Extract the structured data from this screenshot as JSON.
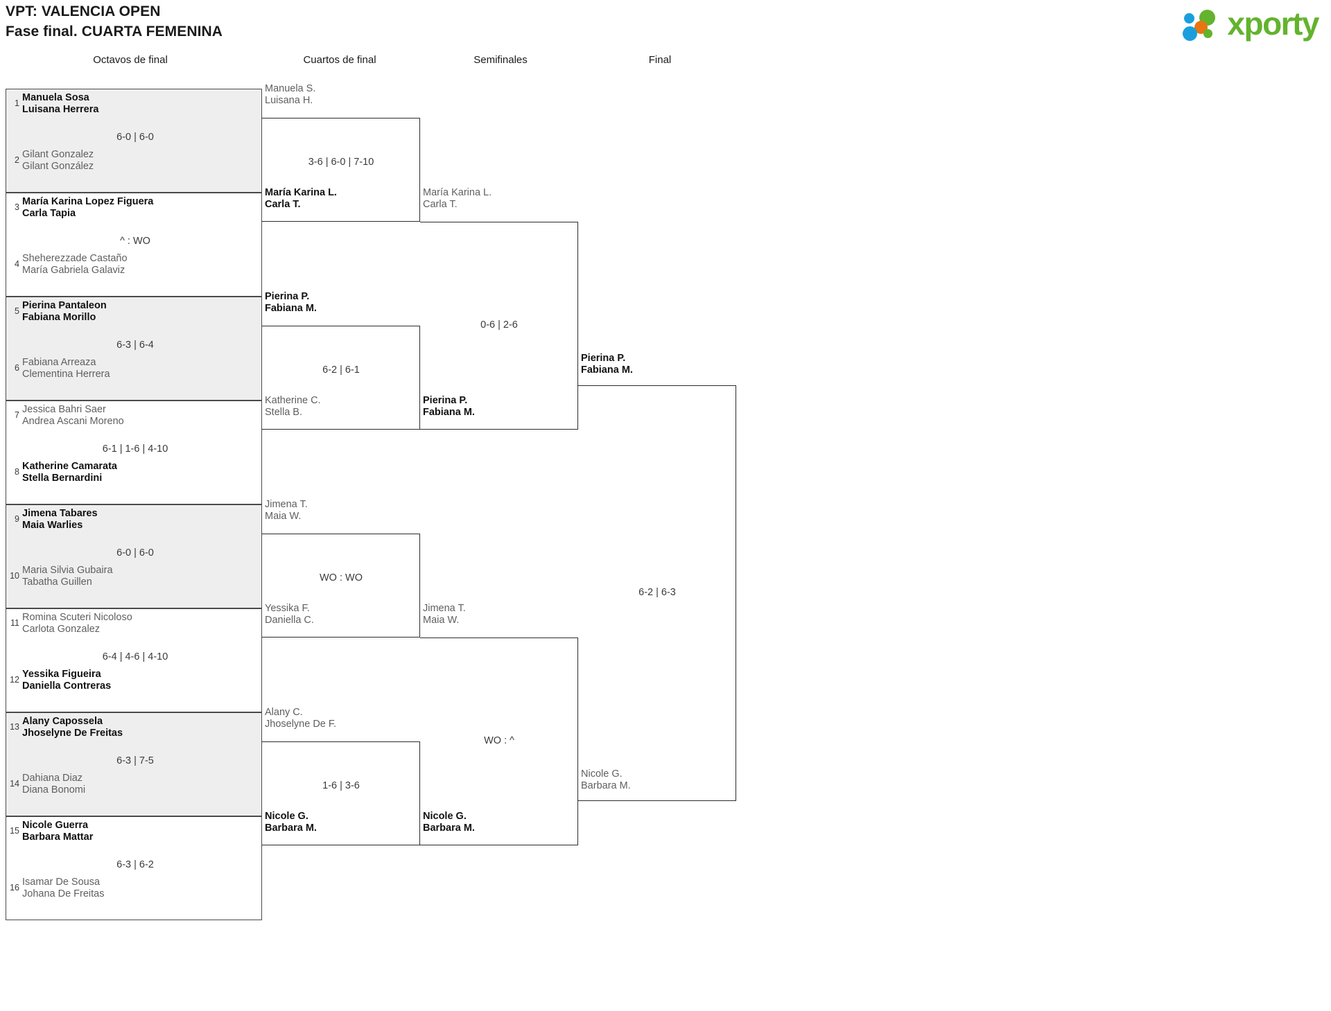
{
  "header": {
    "title_line1": "VPT: VALENCIA OPEN",
    "title_line2": "Fase final. CUARTA FEMENINA",
    "logo_text": "xporty"
  },
  "rounds": [
    {
      "label": "Octavos de final"
    },
    {
      "label": "Cuartos de final"
    },
    {
      "label": "Semifinales"
    },
    {
      "label": "Final"
    }
  ],
  "round1": {
    "matches": [
      {
        "score": "6-0 | 6-0",
        "top": {
          "seed": "1",
          "p1": "Manuela Sosa",
          "p2": "Luisana Herrera",
          "result": "winner"
        },
        "bottom": {
          "seed": "2",
          "p1": "Gilant Gonzalez",
          "p2": "Gilant González",
          "result": "loser"
        }
      },
      {
        "score": "^ : WO",
        "top": {
          "seed": "3",
          "p1": "María Karina Lopez Figuera",
          "p2": "Carla Tapia",
          "result": "winner"
        },
        "bottom": {
          "seed": "4",
          "p1": "Sheherezzade Castaño",
          "p2": "María Gabriela Galaviz",
          "result": "loser"
        }
      },
      {
        "score": "6-3 | 6-4",
        "top": {
          "seed": "5",
          "p1": "Pierina Pantaleon",
          "p2": "Fabiana Morillo",
          "result": "winner"
        },
        "bottom": {
          "seed": "6",
          "p1": "Fabiana Arreaza",
          "p2": "Clementina Herrera",
          "result": "loser"
        }
      },
      {
        "score": "6-1 | 1-6 | 4-10",
        "top": {
          "seed": "7",
          "p1": "Jessica Bahri Saer",
          "p2": "Andrea Ascani Moreno",
          "result": "loser"
        },
        "bottom": {
          "seed": "8",
          "p1": "Katherine Camarata",
          "p2": "Stella Bernardini",
          "result": "winner"
        }
      },
      {
        "score": "6-0 | 6-0",
        "top": {
          "seed": "9",
          "p1": "Jimena Tabares",
          "p2": "Maia Warlies",
          "result": "winner"
        },
        "bottom": {
          "seed": "10",
          "p1": "Maria Silvia Gubaira",
          "p2": "Tabatha Guillen",
          "result": "loser"
        }
      },
      {
        "score": "6-4 | 4-6 | 4-10",
        "top": {
          "seed": "11",
          "p1": "Romina Scuteri Nicoloso",
          "p2": "Carlota Gonzalez",
          "result": "loser"
        },
        "bottom": {
          "seed": "12",
          "p1": "Yessika Figueira",
          "p2": "Daniella Contreras",
          "result": "winner"
        }
      },
      {
        "score": "6-3 | 7-5",
        "top": {
          "seed": "13",
          "p1": "Alany Capossela",
          "p2": "Jhoselyne De Freitas",
          "result": "winner"
        },
        "bottom": {
          "seed": "14",
          "p1": "Dahiana Diaz",
          "p2": "Diana Bonomi",
          "result": "loser"
        }
      },
      {
        "score": "6-3 | 6-2",
        "top": {
          "seed": "15",
          "p1": "Nicole Guerra",
          "p2": "Barbara Mattar",
          "result": "winner"
        },
        "bottom": {
          "seed": "16",
          "p1": "Isamar De Sousa",
          "p2": "Johana De Freitas",
          "result": "loser"
        }
      }
    ]
  },
  "round2": {
    "matches": [
      {
        "score": "3-6 | 6-0 | 7-10",
        "top": {
          "p1": "Manuela S.",
          "p2": "Luisana H.",
          "result": "loser"
        },
        "bottom": {
          "p1": "María Karina L.",
          "p2": "Carla T.",
          "result": "winner"
        }
      },
      {
        "score": "6-2 | 6-1",
        "top": {
          "p1": "Pierina P.",
          "p2": "Fabiana M.",
          "result": "winner"
        },
        "bottom": {
          "p1": "Katherine C.",
          "p2": "Stella B.",
          "result": "loser"
        }
      },
      {
        "score": "WO : WO",
        "top": {
          "p1": "Jimena T.",
          "p2": "Maia W.",
          "result": "loser"
        },
        "bottom": {
          "p1": "Yessika F.",
          "p2": "Daniella C.",
          "result": "loser"
        }
      },
      {
        "score": "1-6 | 3-6",
        "top": {
          "p1": "Alany C.",
          "p2": "Jhoselyne De F.",
          "result": "loser"
        },
        "bottom": {
          "p1": "Nicole G.",
          "p2": "Barbara M.",
          "result": "winner"
        }
      }
    ]
  },
  "round3": {
    "matches": [
      {
        "score": "0-6 | 2-6",
        "top": {
          "p1": "María Karina L.",
          "p2": "Carla T.",
          "result": "loser"
        },
        "bottom": {
          "p1": "Pierina P.",
          "p2": "Fabiana M.",
          "result": "winner"
        }
      },
      {
        "score": "WO : ^",
        "top": {
          "p1": "Jimena T.",
          "p2": "Maia W.",
          "result": "loser"
        },
        "bottom": {
          "p1": "Nicole G.",
          "p2": "Barbara M.",
          "result": "winner"
        }
      }
    ]
  },
  "round4": {
    "matches": [
      {
        "score": "6-2 | 6-3",
        "top": {
          "p1": "Pierina P.",
          "p2": "Fabiana M.",
          "result": "winner"
        },
        "bottom": {
          "p1": "Nicole G.",
          "p2": "Barbara M.",
          "result": "loser"
        }
      }
    ]
  },
  "colors": {
    "shade_row": "#eeeeee",
    "border": "#4a4a4a",
    "winner_text": "#111111",
    "loser_text": "#5f5f5f",
    "logo_green": "#63b32e",
    "logo_blue": "#1a9fdc",
    "logo_orange": "#e87511"
  }
}
